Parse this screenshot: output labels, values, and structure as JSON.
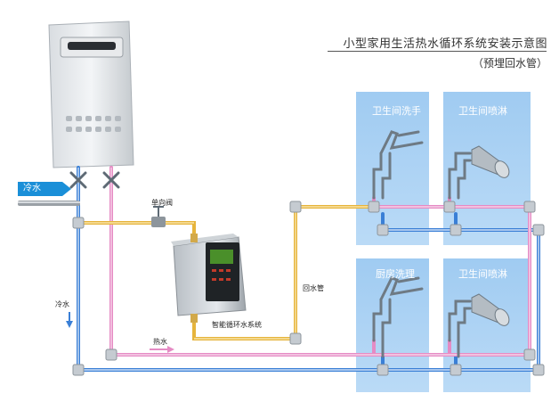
{
  "title": "小型家用生活热水循环系统安装示意图",
  "subtitle": "（预埋回水管）",
  "labels": {
    "cold_water_tag": "冷水",
    "cold_water_down": "冷水",
    "hot_water": "热水",
    "check_valve": "单向阀",
    "return_pipe": "回水管",
    "system": "智能循环水系统",
    "bathroom_sink": "卫生间洗手",
    "bathroom_shower_top": "卫生间喷淋",
    "kitchen_sink": "厨房洗理",
    "bathroom_shower_bottom": "卫生间喷淋"
  },
  "colors": {
    "cold_pipe": "#3a7fd6",
    "hot_pipe": "#e58bc4",
    "return_pipe": "#e6b43c",
    "panel": "#7fb6e8",
    "tag": "#1a8fd8"
  }
}
